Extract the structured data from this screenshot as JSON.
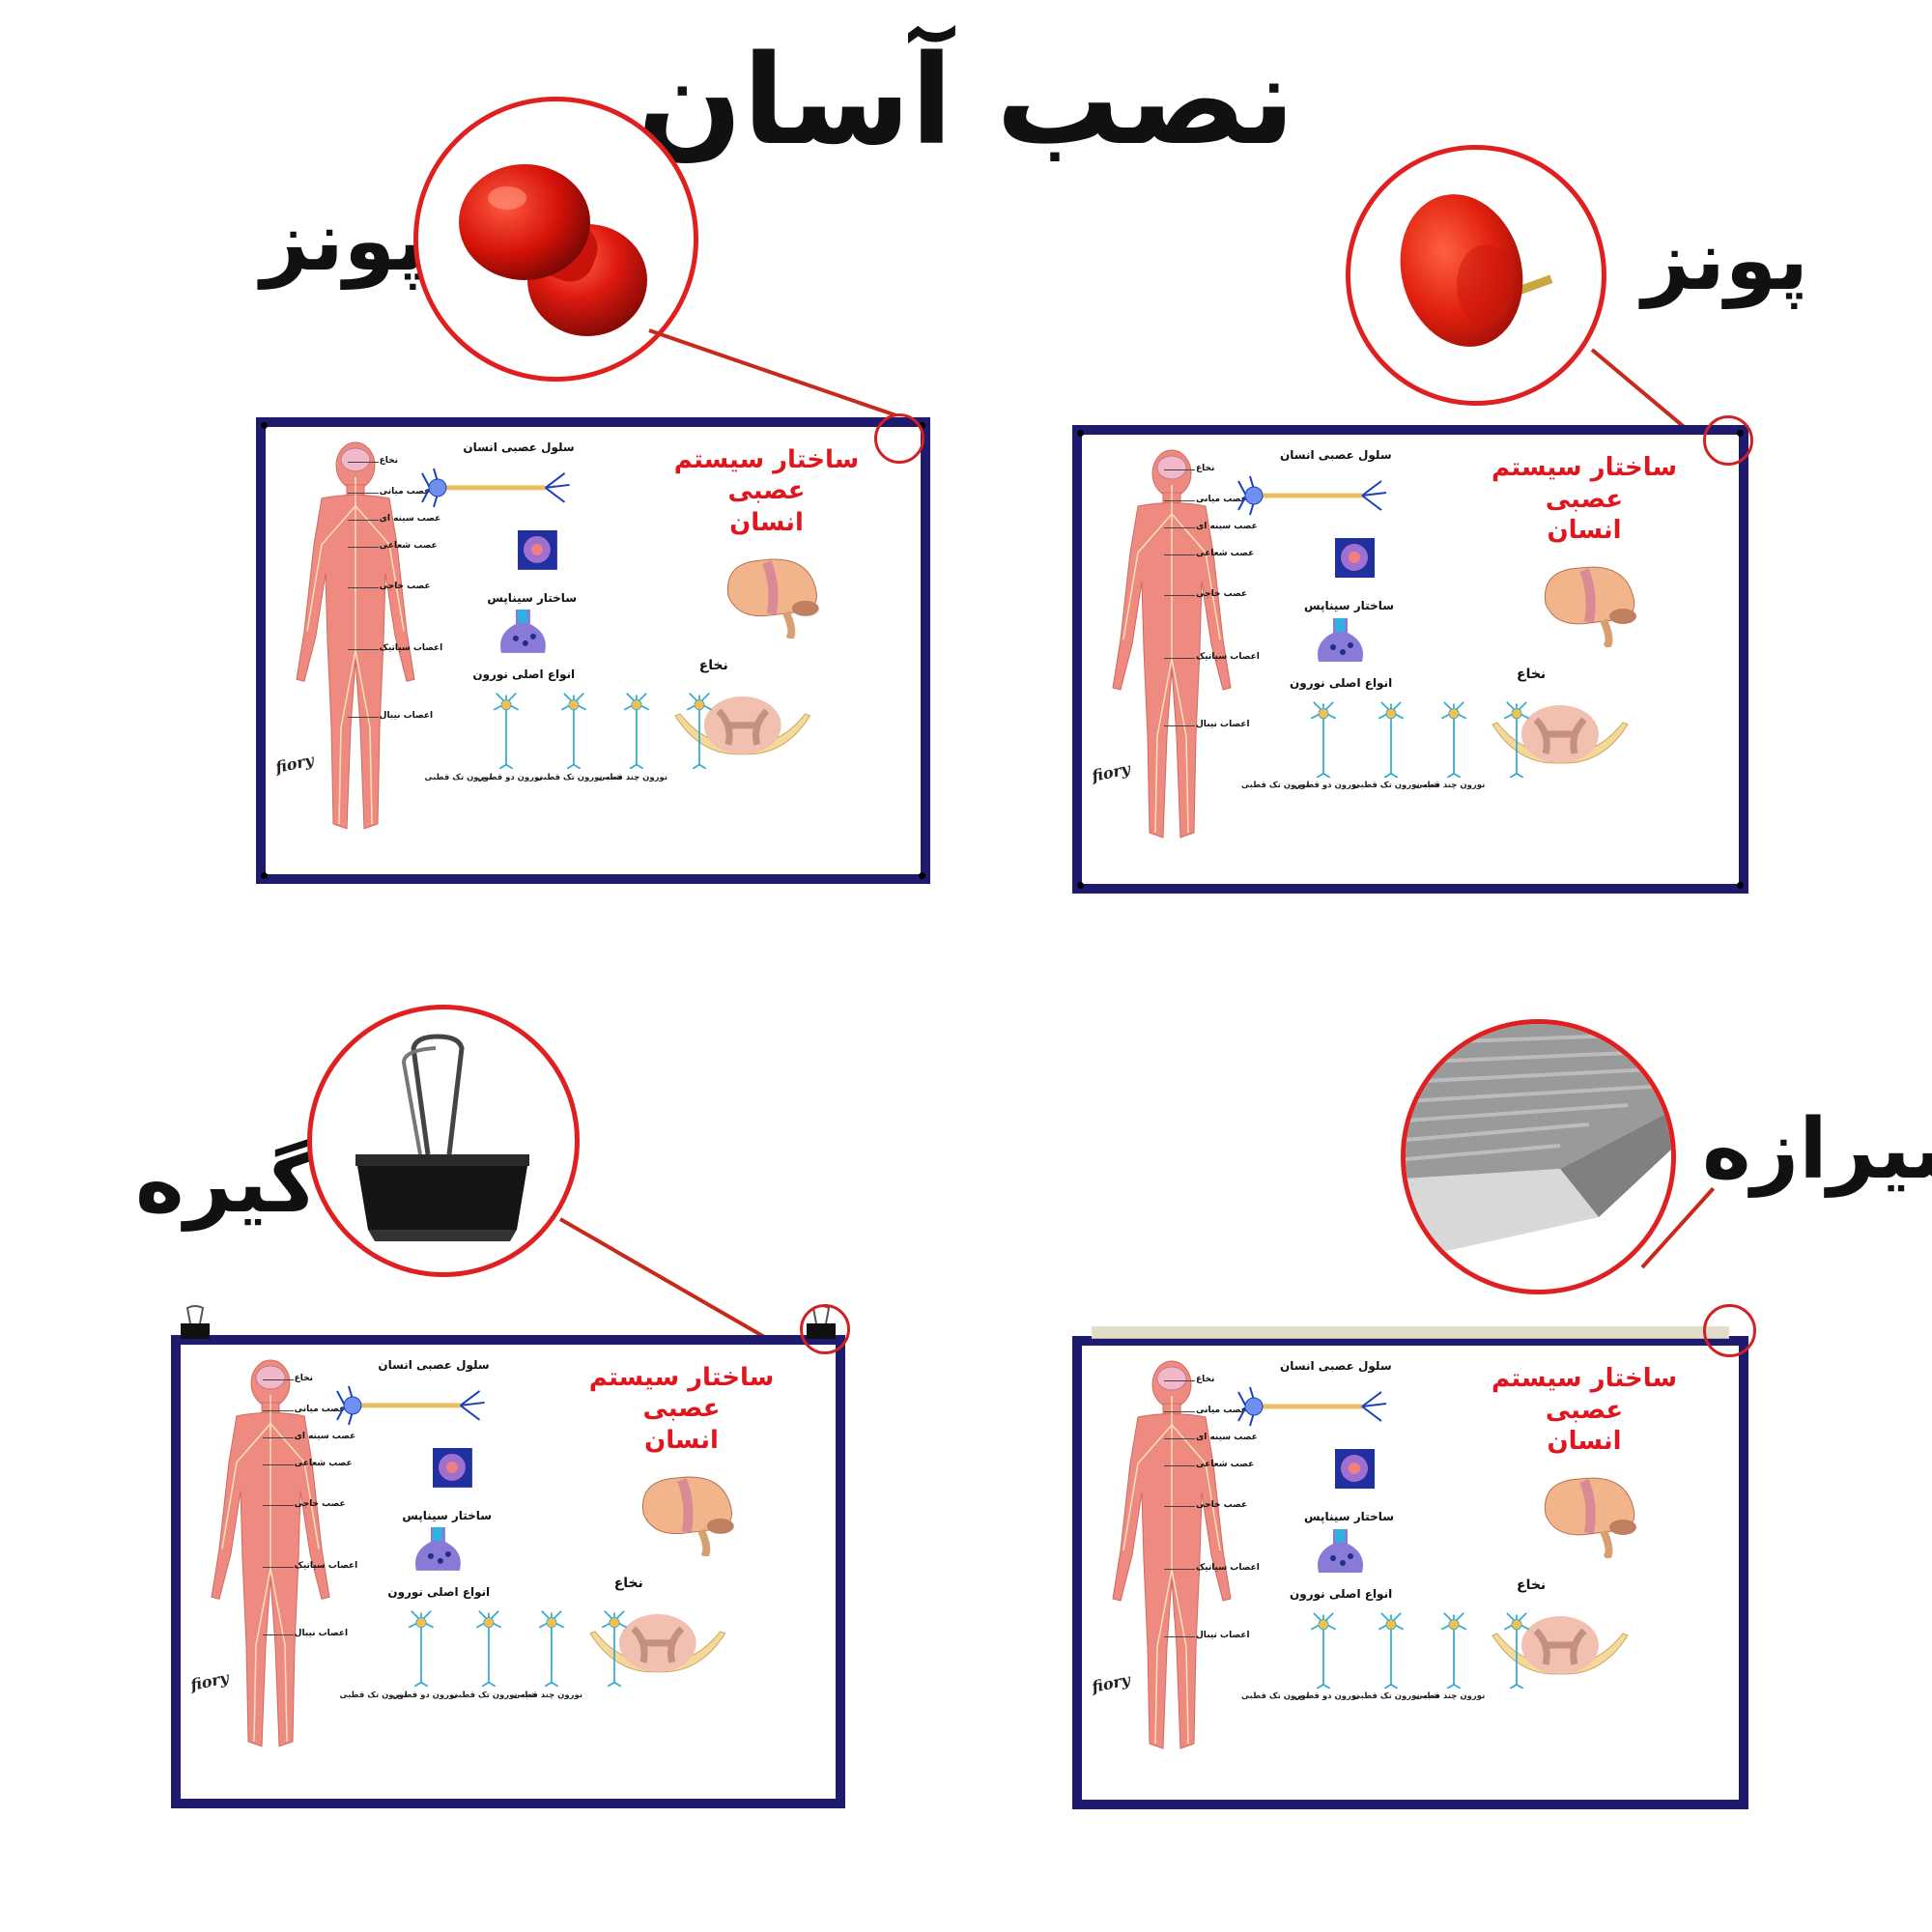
{
  "title": "نصب آسان",
  "methods": [
    {
      "id": "push-pin-round",
      "label": "پونز"
    },
    {
      "id": "thumb-tack",
      "label": "پونز"
    },
    {
      "id": "binder-clip",
      "label": "گیره"
    },
    {
      "id": "binding-strip",
      "label": "شیرازه"
    }
  ],
  "poster": {
    "title_line1": "ساختار سیستم عصبی",
    "title_line2": "انسان",
    "sections": {
      "nerve_cell": "سلول عصبی انسان",
      "synapse": "ساختار سیناپس",
      "neuron_types": "انواع اصلی نورون",
      "spinal_cord": "نخاع"
    },
    "body_labels": [
      "نخاع",
      "عصب میانی",
      "عصب سینه ای",
      "عصب شعاعی",
      "عصب خاجی",
      "اعصاب سیاتیک",
      "اعصاب نیبال"
    ],
    "neuron_types": [
      "نورون تک قطبی",
      "نورون دو قطبی",
      "شبه نورون تک قطبی",
      "نورون چند قطبی"
    ],
    "brand": "fiory"
  },
  "colors": {
    "accent_red": "#e02020",
    "poster_border": "#1e1a6e",
    "body": "#ee8a80"
  }
}
